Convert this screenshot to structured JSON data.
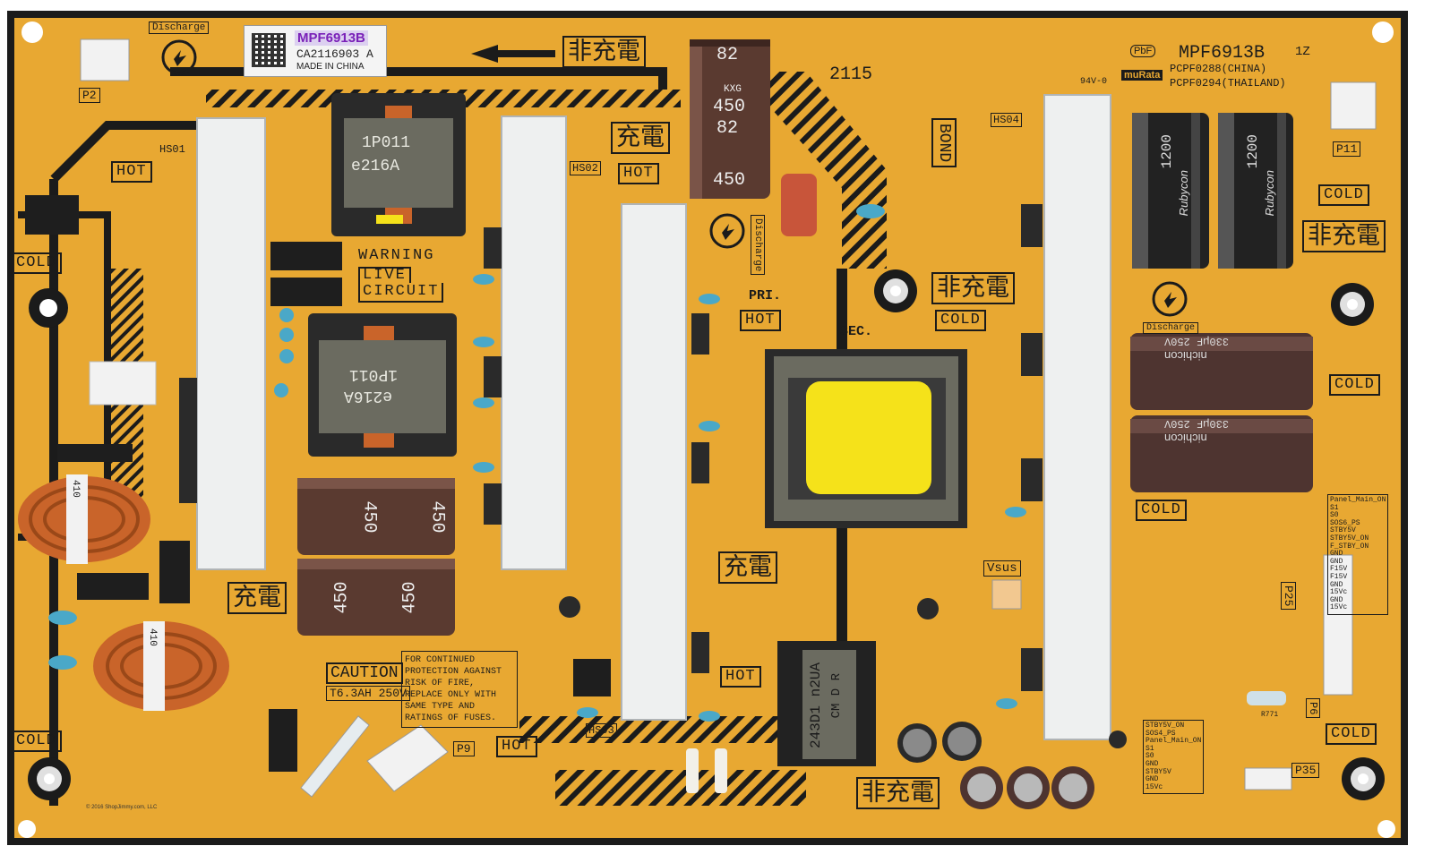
{
  "board": {
    "model": "MPF6913B",
    "part_code": "CA2116903 A",
    "made_in": "MADE IN CHINA",
    "silk_model": "MPF6913B",
    "silk_rev": "1Z",
    "silk_china": "PCPF0288(CHINA)",
    "silk_thailand": "PCPF0294(THAILAND)",
    "date_code": "2115",
    "flame_rating": "94V-0",
    "pbf": "PbF",
    "brand": "muRata",
    "copyright": "© 2016 ShopJimmy.com, LLC"
  },
  "labels": {
    "hot": "HOT",
    "cold": "COLD",
    "discharge": "Discharge",
    "warning": "WARNING",
    "live_circuit_1": "LIVE",
    "live_circuit_2": "CIRCUIT",
    "caution": "CAUTION",
    "fuse_rating": "T6.3AH 250V",
    "caution_note": "FOR CONTINUED PROTECTION AGAINST RISK OF FIRE, REPLACE ONLY WITH SAME TYPE AND RATINGS OF FUSES.",
    "bond": "BOND",
    "pri": "PRI.",
    "sec": "SEC.",
    "vsus": "Vsus",
    "non_charge": "非充電",
    "charge": "充電"
  },
  "connectors": {
    "p2": "P2",
    "p9": "P9",
    "p11": "P11",
    "p25": "P25",
    "p35": "P35",
    "p6": "P6",
    "hs01": "HS01",
    "hs02": "HS02",
    "hs03": "HS03",
    "hs04": "HS04"
  },
  "components": {
    "transformer_1": "1P011",
    "transformer_1_code": "e216A",
    "transformer_2": "1P011",
    "transformer_2_code": "e216A",
    "cap_big_value": "82",
    "cap_big_voltage": "450",
    "cap_brand": "KXG",
    "cap_right_value": "1200",
    "cap_right_brand": "Rubycon",
    "cap_nichicon_value": "330µF 250V",
    "cap_nichicon_brand": "nichicon",
    "choke": "410",
    "small_transformer": "243D1 n2UA",
    "small_transformer_2": "CM D R",
    "resistor_r771": "R771"
  },
  "panel_list": {
    "items": [
      "Panel_Main_ON",
      "S1",
      "S0",
      "SOS6_PS",
      "STBY5V",
      "STBY5V_ON",
      "F_STBY_ON",
      "GND",
      "GND",
      "F15V",
      "F15V",
      "GND",
      "15Vc",
      "GND",
      "15Vc"
    ]
  },
  "stby_list": {
    "items": [
      "STBY5V_ON",
      "SOS4_PS",
      "Panel_Main_ON",
      "S1",
      "S0",
      "GND",
      "STBY5V",
      "GND",
      "15Vc"
    ]
  },
  "colors": {
    "board": "#e8a832",
    "trace_dark": "#1a1a1a",
    "heatsink": "#eef0f0",
    "cap_brown": "#5a3a30",
    "cap_black": "#222222",
    "copper": "#c9642a",
    "transformer_yellow": "#f5e21a",
    "ceramic_cap": "#4aa8c8"
  }
}
